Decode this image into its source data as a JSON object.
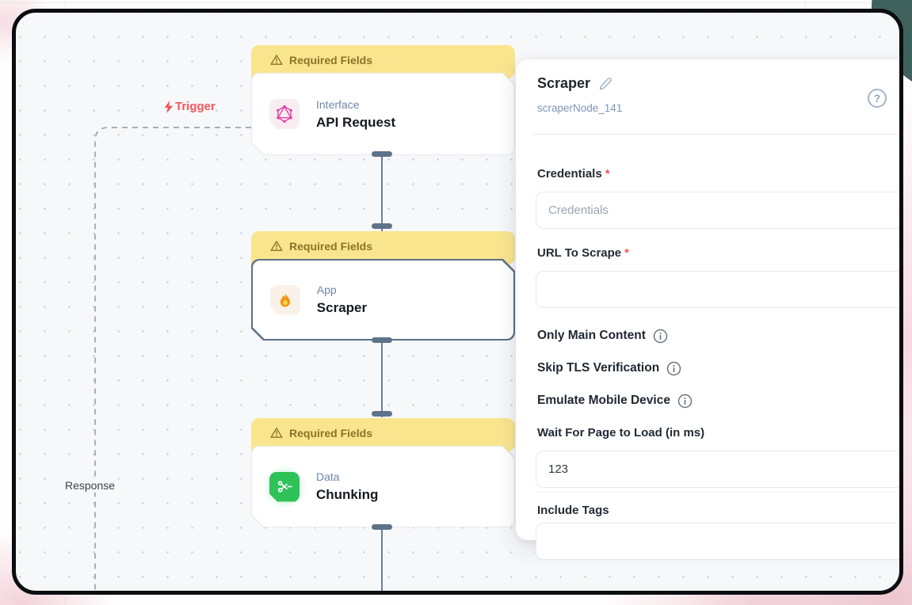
{
  "canvas": {
    "trigger_label": "Trigger",
    "response_label": "Response",
    "nodes": [
      {
        "banner_label": "Required Fields",
        "category": "Interface",
        "title": "API Request",
        "icon": "graphql-icon"
      },
      {
        "banner_label": "Required Fields",
        "category": "App",
        "title": "Scraper",
        "icon": "fire-icon"
      },
      {
        "banner_label": "Required Fields",
        "category": "Data",
        "title": "Chunking",
        "icon": "scissors-icon"
      }
    ]
  },
  "panel": {
    "title": "Scraper",
    "node_id": "scraperNode_141",
    "required_marker": "*",
    "credentials_label": "Credentials",
    "credentials_placeholder": "Credentials",
    "url_label": "URL To Scrape",
    "toggles": [
      "Only Main Content",
      "Skip TLS Verification",
      "Emulate Mobile Device"
    ],
    "wait_label": "Wait For Page to Load (in ms)",
    "wait_value": "123",
    "include_tags_label": "Include Tags"
  },
  "icons": {
    "help_glyph": "?"
  },
  "colors": {
    "banner_bg": "#fae58f",
    "banner_text": "#8c7326",
    "accent_red": "#f4555a",
    "category_text": "#6e86ab",
    "connector": "#5d7389",
    "chunk_green": "#2ec258",
    "graphql_pink": "#e63fa7",
    "canvas_bg": "#f7f8fa",
    "frame_border": "#0c0d11"
  }
}
